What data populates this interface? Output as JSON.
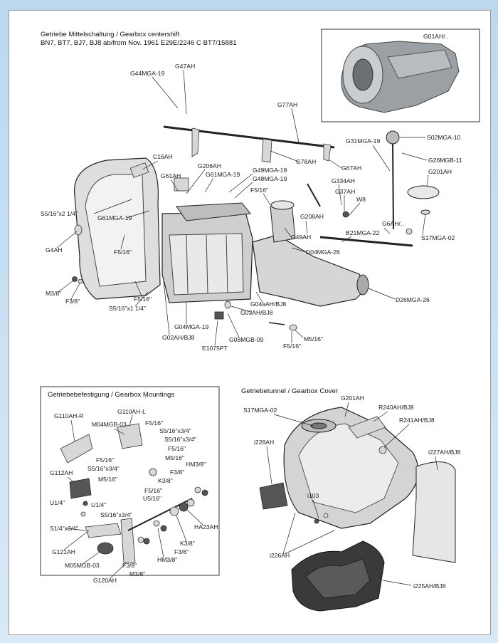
{
  "main": {
    "title": "Getriebe Mittelschaltung / Gearbox centershift",
    "subtitle": "BN7, BT7, BJ7, BJ8 ab/from Nov. 1961 E29E/2246 C BT7/15881",
    "inset_label": "G01AH/..",
    "labels": [
      "G47AH",
      "G44MGA-19",
      "G77AH",
      "S02MGA-10",
      "G31MGA-19",
      "G26MGB-11",
      "G78AH",
      "G67AH",
      "G201AH",
      "C16AH",
      "G206AH",
      "G61AH",
      "G61MGA-19",
      "G49MGA-19",
      "G48MGA-19",
      "G334AH",
      "F5/16\"",
      "G37AH",
      "W8",
      "S5/16\"x2 1/4\"",
      "G61MGA-19",
      "G208AH",
      "G6AH/..",
      "B21MGA-22",
      "S17MGA-02",
      "G49AH",
      "G4AH",
      "F5/16\"",
      "D04MGA-26",
      "M3/8\"",
      "F3/8\"",
      "F5/16\"",
      "S5/16\"x1 1/4\"",
      "G04aAH/BJ8",
      "G03AH/BJ8",
      "D26MGA-26",
      "G04MGA-19",
      "G02AH/BJ8",
      "G08MGB-09",
      "M5/16\"",
      "E1075PT",
      "F5/16\""
    ]
  },
  "mountings": {
    "title": "Getriebebefestigung / Gearbox Mountings",
    "labels": [
      "G110AH-R",
      "G110AH-L",
      "M04MGB-03",
      "F5/16\"",
      "S5/16\"x3/4\"",
      "S5/16\"x3/4\"",
      "F5/16\"",
      "S5/16\"x3/4\"",
      "M5/16\"",
      "G112AH",
      "F5/16\"",
      "M5/16\"",
      "HM3/8\"",
      "F3/8\"",
      "K3/8\"",
      "F5/16\"",
      "U5/16\"",
      "U1/4\"",
      "U1/4\"",
      "S5/16\"x3/4\"",
      "S1/4\"x3/4\"",
      "HA23AH",
      "K3/8\"",
      "G121AH",
      "F3/8\"",
      "M05MGB-03",
      "F3/8\"",
      "HM3/8\"",
      "M3/8\"",
      "G120AH"
    ]
  },
  "cover": {
    "title": "Getriebetunnel / Gearbox Cover",
    "labels": [
      "G201AH",
      "S17MGA-02",
      "R240AH/BJ8",
      "R241AH/BJ8",
      "i228AH",
      "i227AH/BJ8",
      "i103",
      "i226AH",
      "i225AH/BJ8"
    ]
  }
}
